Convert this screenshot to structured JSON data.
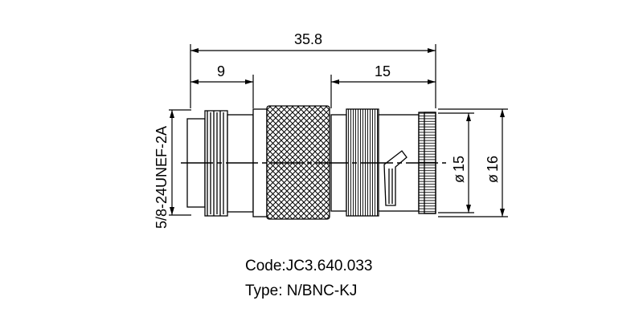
{
  "dimensions": {
    "overall_length": "35.8",
    "thread_length": "9",
    "bnc_length": "15",
    "diameter_inner": "15",
    "diameter_outer": "16",
    "diameter_symbol": "ø",
    "thread_spec": "5/8-24UNEF-2A"
  },
  "caption": {
    "code": "Code:JC3.640.033",
    "type": "Type: N/BNC-KJ"
  }
}
